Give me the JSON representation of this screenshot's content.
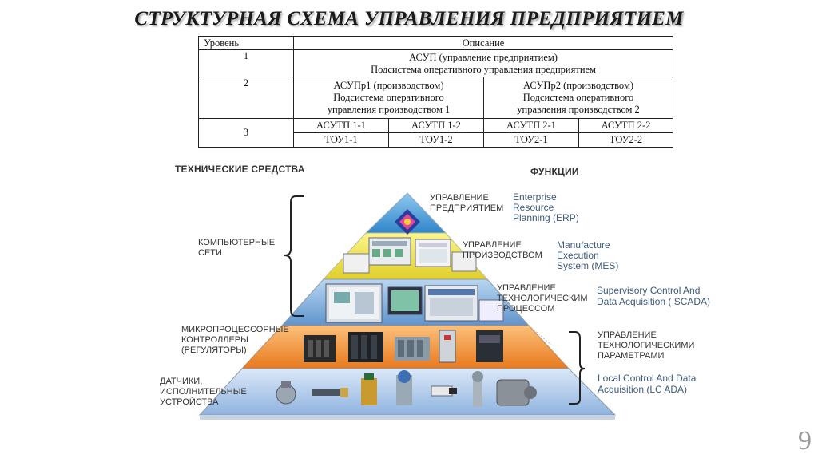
{
  "title": "СТРУКТУРНАЯ СХЕМА УПРАВЛЕНИЯ ПРЕДПРИЯТИЕМ",
  "table": {
    "header": {
      "level": "Уровень",
      "description": "Описание"
    },
    "row1": {
      "level": "1",
      "line1": "АСУП (управление предприятием)",
      "line2": "Подсистема оперативного управления предприятием"
    },
    "row2": {
      "level": "2",
      "left": {
        "l1": "АСУПр1 (производством)",
        "l2": "Подсистема оперативного",
        "l3": "управления производством 1"
      },
      "right": {
        "l1": "АСУПр2 (производством)",
        "l2": "Подсистема оперативного",
        "l3": "управления производством 2"
      }
    },
    "row3": {
      "level": "3",
      "asutp": [
        "АСУТП 1-1",
        "АСУТП 1-2",
        "АСУТП 2-1",
        "АСУТП 2-2"
      ],
      "tou": [
        "ТОУ1-1",
        "ТОУ1-2",
        "ТОУ2-1",
        "ТОУ2-2"
      ]
    }
  },
  "diagram": {
    "header_left": "ТЕХНИЧЕСКИЕ СРЕДСТВА",
    "header_right": "ФУНКЦИИ",
    "left_labels": {
      "networks": [
        "КОМПЬЮТЕРНЫЕ",
        "СЕТИ"
      ],
      "controllers": [
        "МИКРОПРОЦЕССОРНЫЕ",
        "КОНТРОЛЛЕРЫ",
        "(РЕГУЛЯТОРЫ)"
      ],
      "sensors": [
        "ДАТЧИКИ,",
        "ИСПОЛНИТЕЛЬНЫЕ",
        "УСТРОЙСТВА"
      ]
    },
    "levels": [
      {
        "ru": [
          "УПРАВЛЕНИЕ",
          "ПРЕДПРИЯТИЕМ"
        ],
        "en": [
          "Enterprise",
          "Resource",
          "Planning (ERP)"
        ]
      },
      {
        "ru": [
          "УПРАВЛЕНИЕ",
          "ПРОИЗВОДСТВОМ"
        ],
        "en": [
          "Manufacture",
          "Execution",
          "System (MES)"
        ]
      },
      {
        "ru": [
          "УПРАВЛЕНИЕ",
          "ТЕХНОЛОГИЧЕСКИМ",
          "ПРОЦЕССОМ"
        ],
        "en": [
          "Supervisory Control And",
          "Data Acquisition ( SCADA)"
        ]
      },
      {
        "ru": [
          "УПРАВЛЕНИЕ",
          "ТЕХНОЛОГИЧЕСКИМИ",
          "ПАРАМЕТРАМИ"
        ],
        "en": [
          "Local Control And Data",
          "Acquisition (LC ADA)"
        ]
      }
    ],
    "layer_colors": [
      "#4aa3e0",
      "#f2e84a",
      "#6fa8dc",
      "#f39a3a",
      "#a9c8ec"
    ]
  },
  "page_number": "9"
}
